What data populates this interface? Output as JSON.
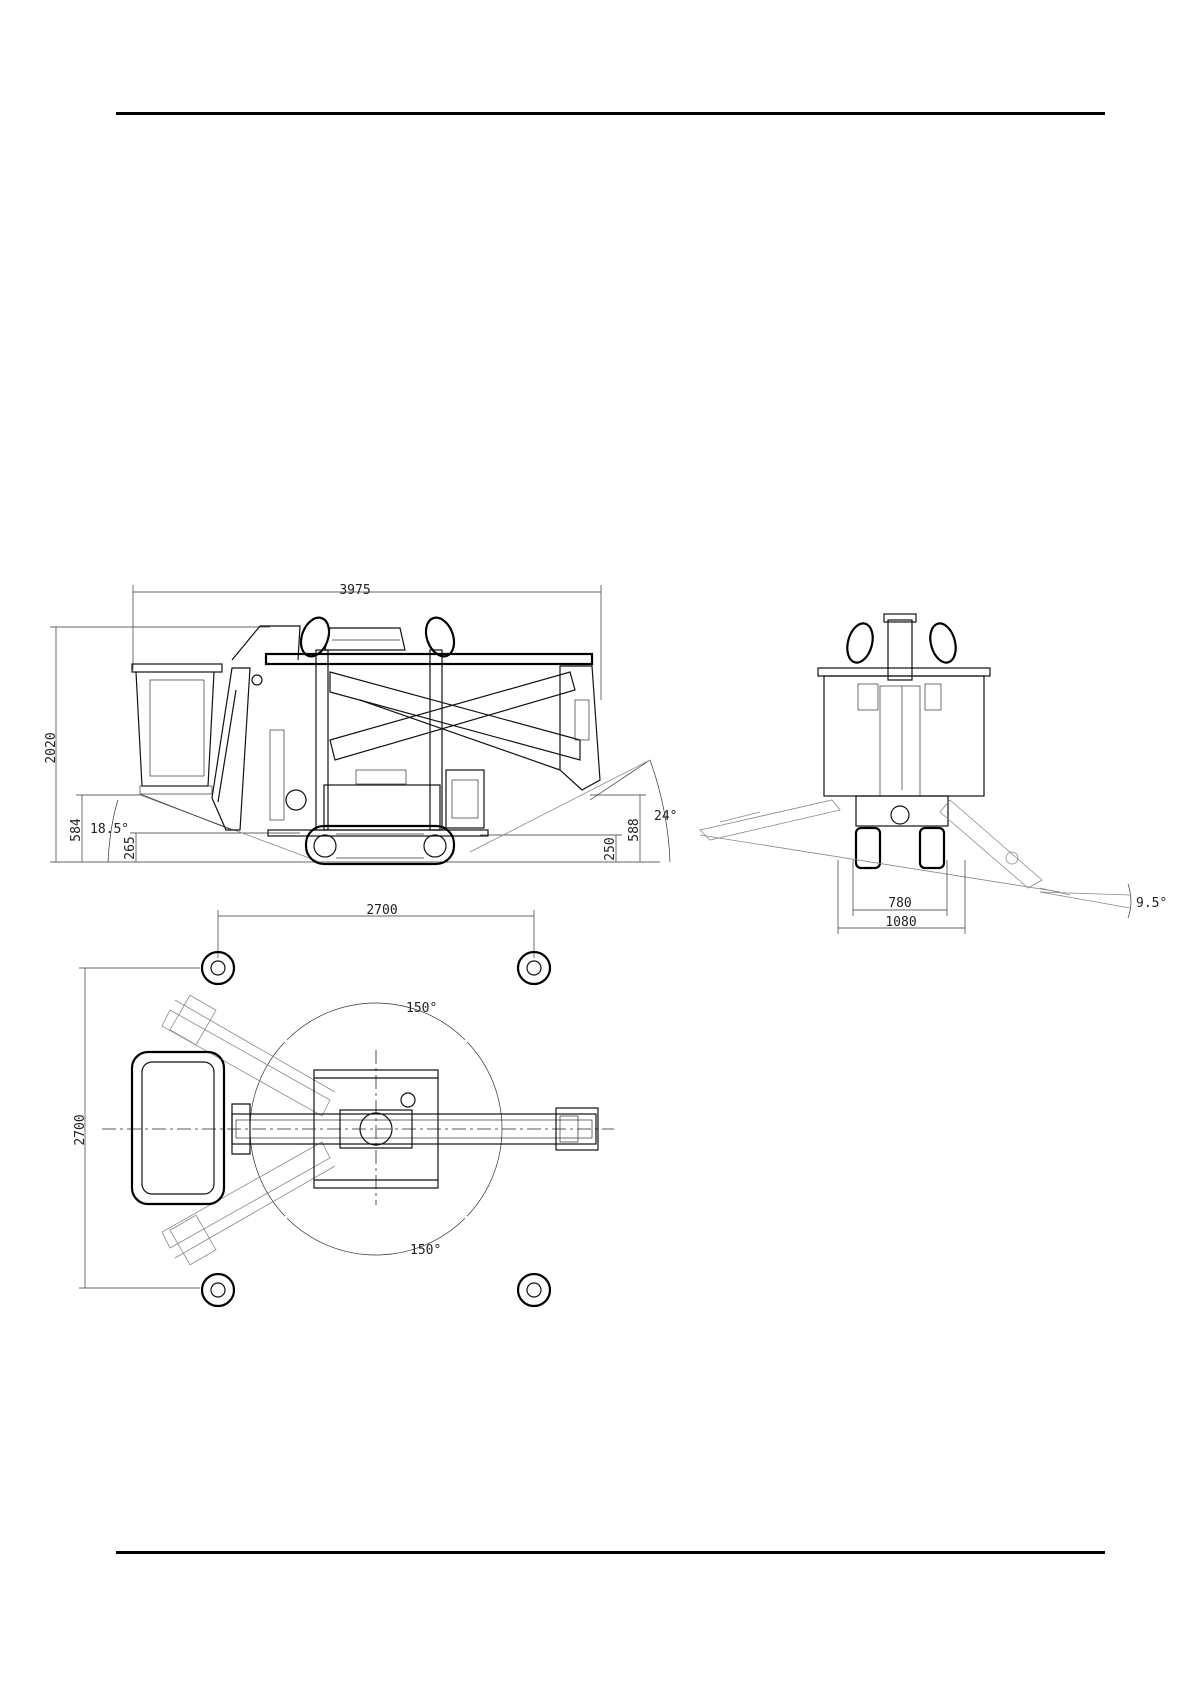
{
  "views": {
    "side": {
      "dims": {
        "overall_length": "3975",
        "overall_height": "2020",
        "outrigger_height": "584",
        "approach_angle": "18.5°",
        "ground_clearance_front": "265",
        "ground_clearance_rear": "250",
        "rear_height": "588",
        "departure_angle": "24°"
      }
    },
    "front": {
      "dims": {
        "track_width": "780",
        "overall_width": "1080",
        "side_angle": "9.5°"
      }
    },
    "top": {
      "dims": {
        "outrigger_span_x": "2700",
        "outrigger_span_y": "2700",
        "slew_angle_top": "150°",
        "slew_angle_bottom": "150°"
      }
    }
  }
}
